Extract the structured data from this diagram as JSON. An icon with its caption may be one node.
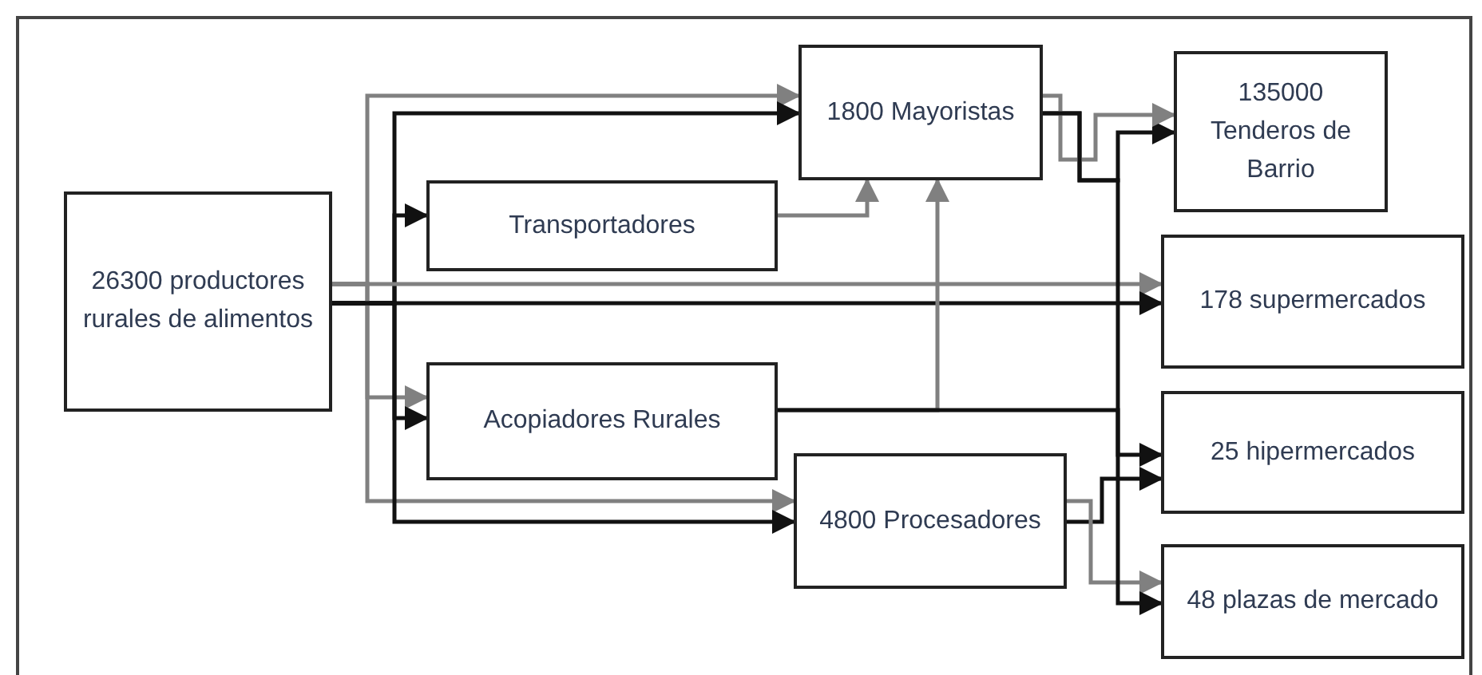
{
  "diagram": {
    "nodes": [
      {
        "text": [
          "26300 productores rurales de alimentos"
        ]
      },
      {
        "text": [
          "Transportadores"
        ]
      },
      {
        "text": [
          "1800 Mayoristas"
        ]
      },
      {
        "text": [
          "135000 Tenderos de Barrio"
        ]
      },
      {
        "text": [
          "178 supermercados"
        ]
      },
      {
        "text": [
          "Acopiadores Rurales"
        ]
      },
      {
        "text": [
          "25 hipermercados"
        ]
      },
      {
        "text": [
          "4800 Procesadores"
        ]
      },
      {
        "text": [
          "48 plazas de mercado"
        ]
      }
    ],
    "edges": [
      {
        "from": 0,
        "to": 2,
        "arrow": "to",
        "color": "#808080"
      },
      {
        "from": 0,
        "to": 2,
        "arrow": "to"
      },
      {
        "from": 0,
        "to": 1,
        "arrow": "to"
      },
      {
        "from": 0,
        "to": 5,
        "arrow": "to",
        "color": "#808080"
      },
      {
        "from": 0,
        "to": 5,
        "arrow": "to"
      },
      {
        "from": 0,
        "to": 7,
        "arrow": "to",
        "color": "#808080"
      },
      {
        "from": 0,
        "to": 7,
        "arrow": "to"
      },
      {
        "from": 0,
        "to": 4,
        "arrow": "to",
        "color": "#808080"
      },
      {
        "from": 0,
        "to": 4,
        "arrow": "to"
      },
      {
        "from": 1,
        "to": 2,
        "arrow": "to",
        "color": "#808080"
      },
      {
        "from": 5,
        "to": 2,
        "arrow": "to",
        "color": "#808080"
      },
      {
        "from": 2,
        "to": 3,
        "arrow": "to"
      },
      {
        "from": 2,
        "to": 3,
        "arrow": "to",
        "color": "#808080"
      },
      {
        "from": 5,
        "to": 6,
        "arrow": "to"
      },
      {
        "from": 7,
        "to": 6,
        "arrow": "to"
      },
      {
        "from": 7,
        "to": 8,
        "arrow": "to",
        "color": "#808080"
      },
      {
        "from": 2,
        "to": 8,
        "arrow": "to"
      }
    ]
  }
}
